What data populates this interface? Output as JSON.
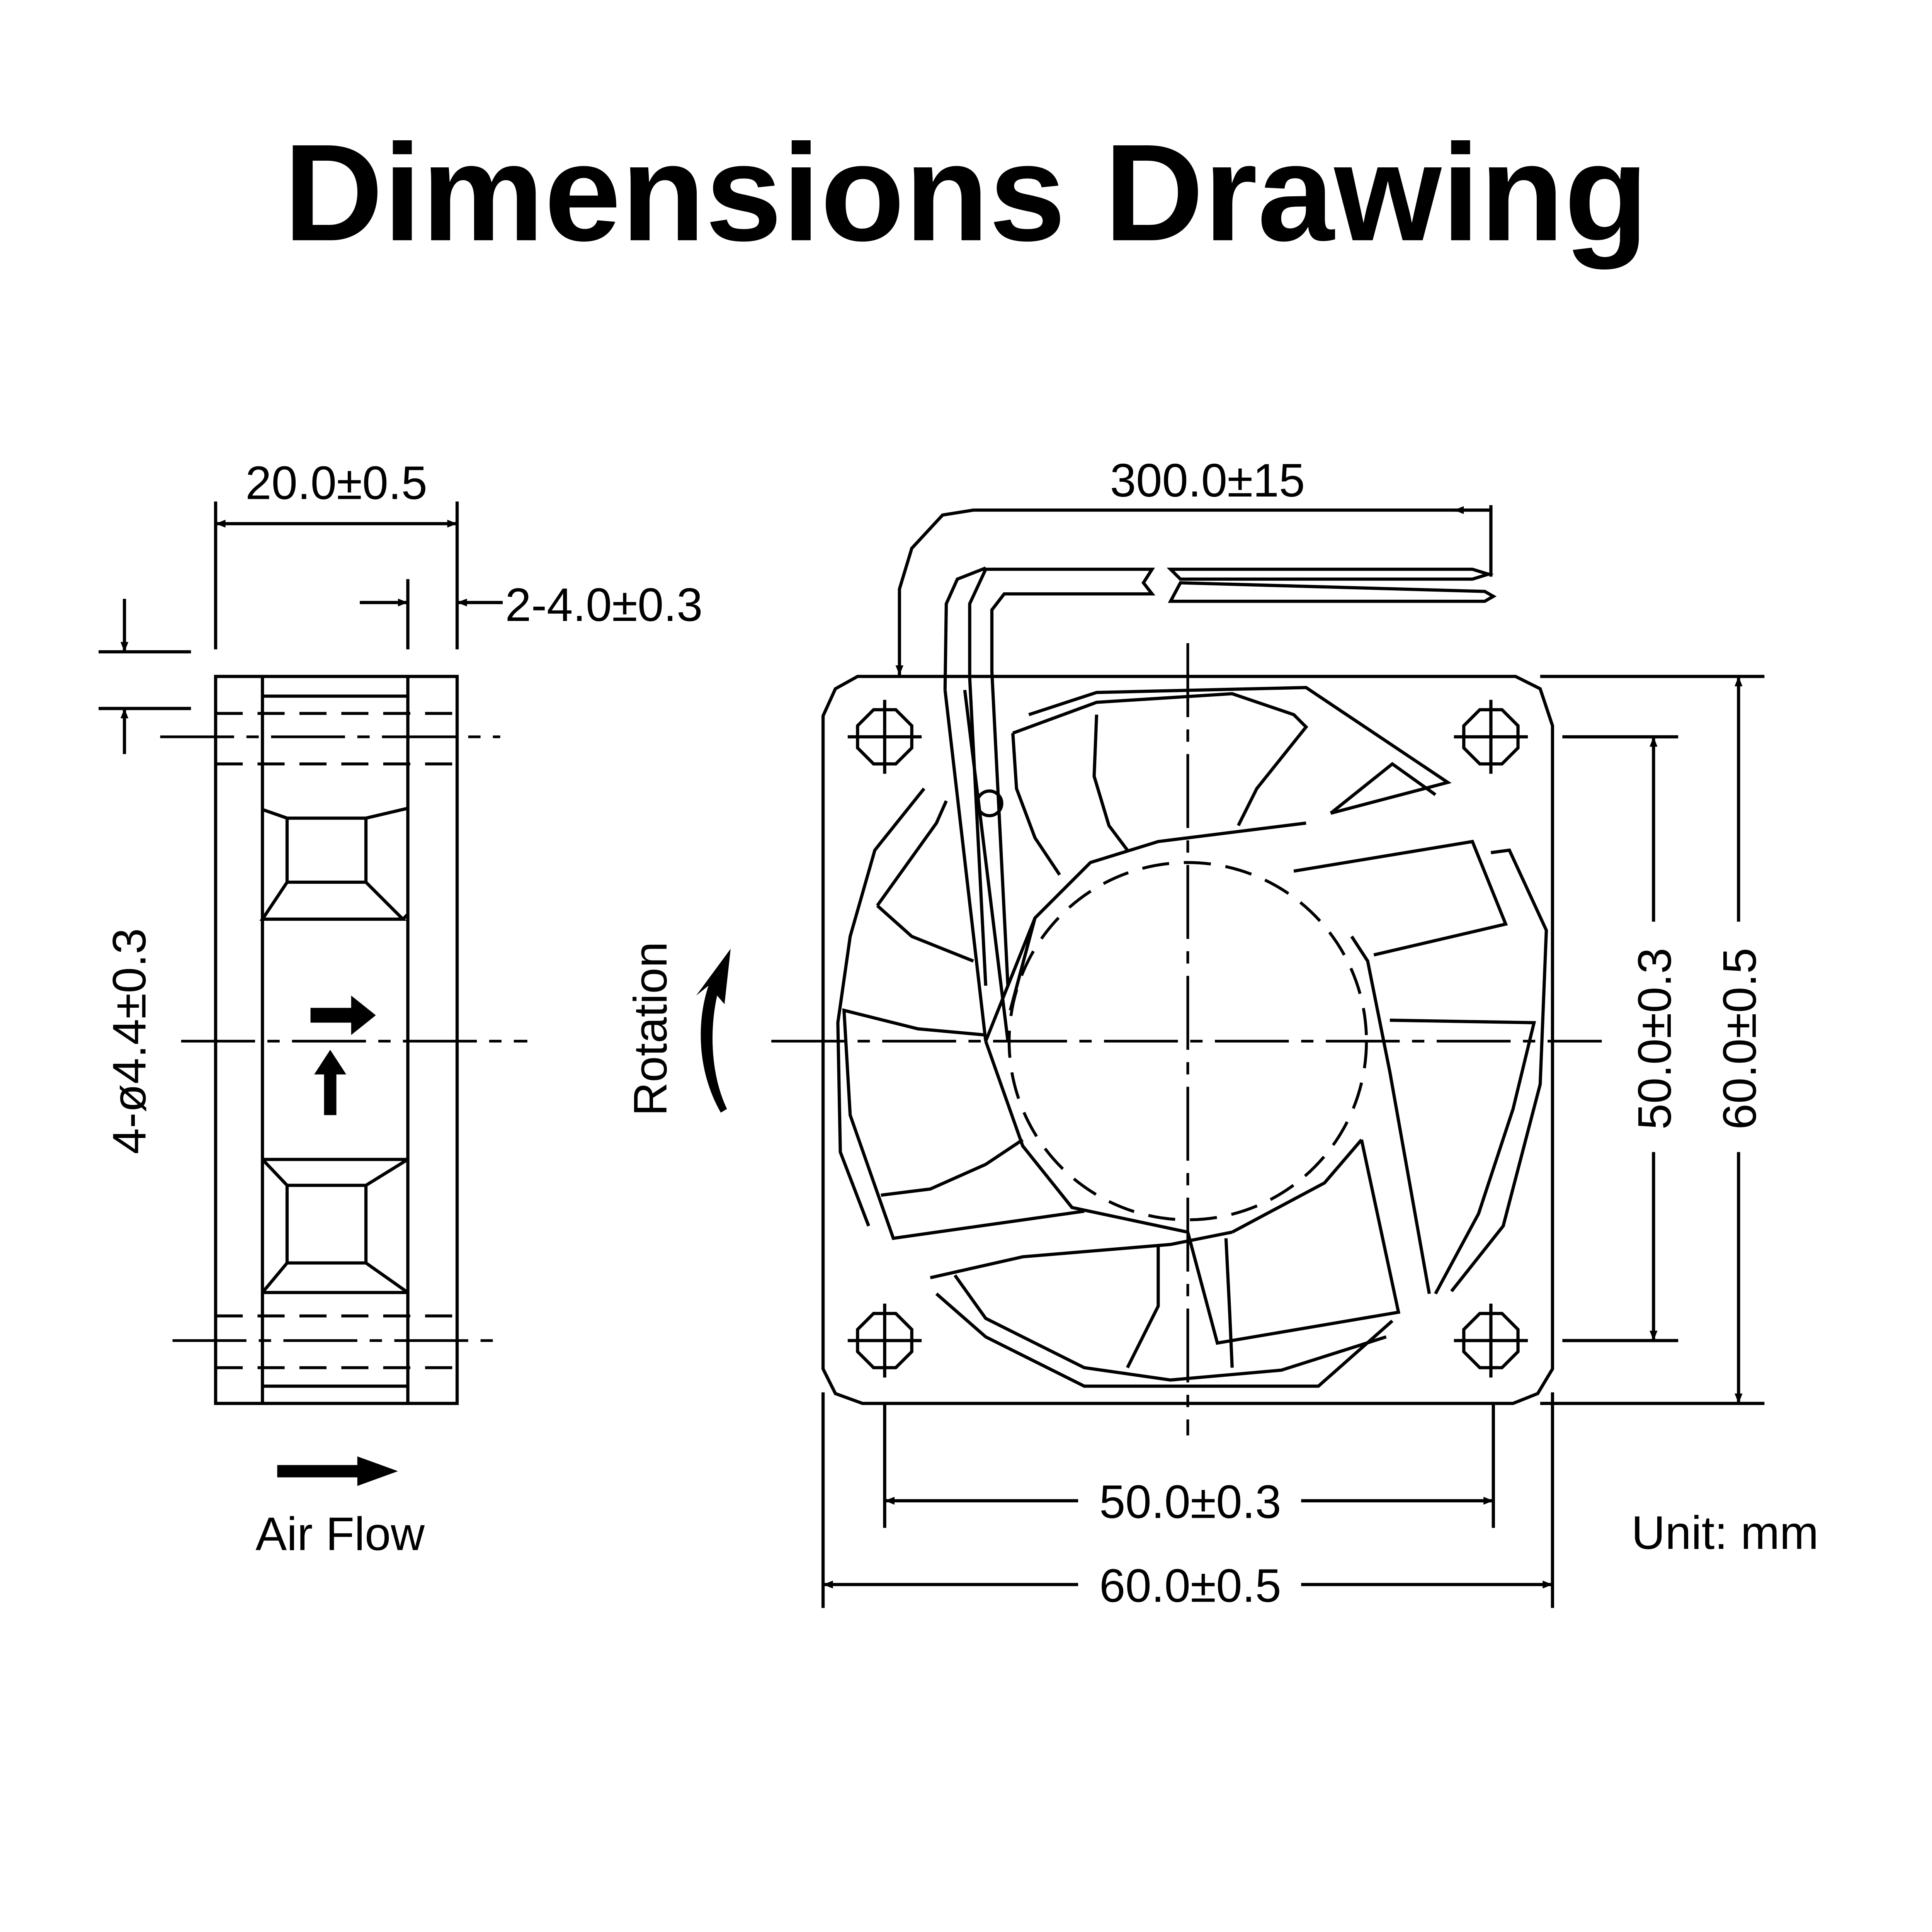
{
  "title": "Dimensions Drawing",
  "side_view": {
    "depth_label": "20.0±0.5",
    "flange_label": "2-4.0±0.3",
    "hole_label": "4-ø4.4±0.3",
    "airflow_label": "Air Flow"
  },
  "front_view": {
    "rotation_label": "Rotation",
    "cable_length_label": "300.0±15",
    "hole_spacing_h_label": "50.0±0.3",
    "width_label": "60.0±0.5",
    "hole_spacing_v_label": "50.0±0.3",
    "height_label": "60.0±0.5"
  },
  "unit_label": "Unit: mm"
}
